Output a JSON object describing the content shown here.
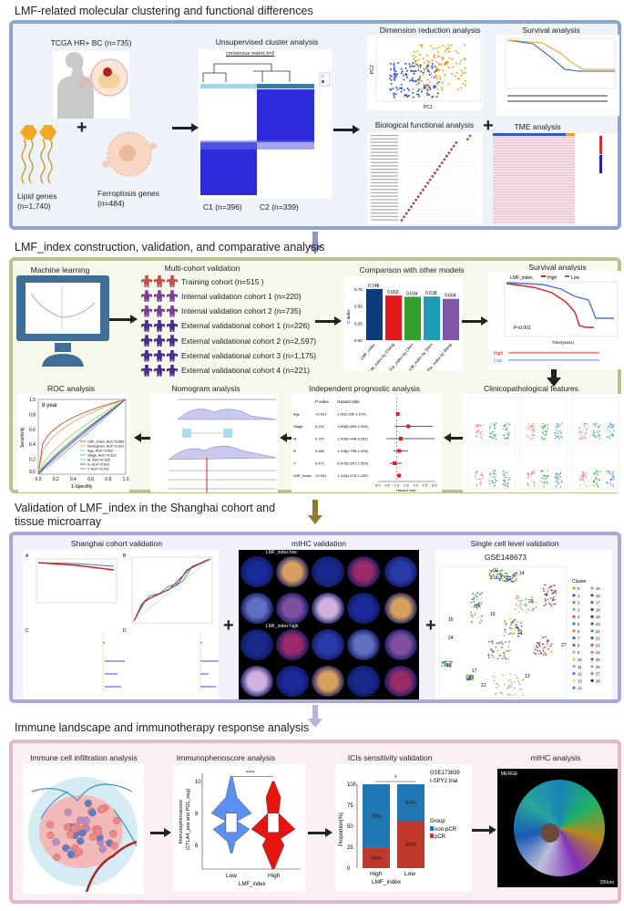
{
  "sections": [
    {
      "title": "LMF-related molecular clustering and functional differences"
    },
    {
      "title": "LMF_index construction, validation, and comparative analysis"
    },
    {
      "title": "Validation of LMF_index in the Shanghai cohort and tissue microarray"
    },
    {
      "title": "Immune landscape and immunotherapy response analysis"
    }
  ],
  "colors": {
    "sec1_border": "#8fa3cf",
    "sec1_bg": "#eef3fa",
    "sec2_border": "#b9c28c",
    "sec2_bg": "#f6f8ec",
    "sec3_border": "#a9a9d8",
    "sec3_bg": "#f1f1fa",
    "sec4_border": "#e3b6ca",
    "sec4_bg": "#fbeef4",
    "arrow1": "#8a9ac4",
    "arrow2": "#8f7a2e",
    "arrow3": "#b9b3dc"
  },
  "s1": {
    "tcga": "TCGA HR+ BC (n=735)",
    "lipid": "Lipid genes",
    "lipid_n": "(n=1,740)",
    "ferro": "Ferroptosis genes",
    "ferro_n": "(n=484)",
    "cluster_title": "Unsupervised cluster analysis",
    "consensus": "consensus matrix k=2",
    "legend": [
      "1",
      "2"
    ],
    "c1": "C1 (n=396)",
    "c2": "C2 (n=339)",
    "dim": "Dimension reduction analysis",
    "pc1": "PC1",
    "pc2": "PC2",
    "surv": "Survival analysis",
    "bio": "Biological functional analysis",
    "tme": "TME analysis"
  },
  "s2": {
    "ml": "Machine learning",
    "multi": "Multi-cohort validation",
    "cohorts": [
      {
        "label": "Training cohort (n=515 )",
        "color": "#c0504d"
      },
      {
        "label": "Internal validation cohort 1 (n=220)",
        "color": "#7b3f98"
      },
      {
        "label": "Internal validation cohort 2 (n=735)",
        "color": "#7b3f98"
      },
      {
        "label": "External validational cohort 1 (n=226)",
        "color": "#4b2a8c"
      },
      {
        "label": "External validational cohort 2 (n=2,597)",
        "color": "#4b2a8c"
      },
      {
        "label": "External validational cohort 3 (n=1,175)",
        "color": "#4b2a8c"
      },
      {
        "label": "External validational cohort 4 (n=221)",
        "color": "#4b2a8c"
      }
    ],
    "compare": "Comparison with other models",
    "surv": "Survival analysis",
    "surv_legend": "LMF_index",
    "high": "High",
    "low": "Low",
    "pval": "P<0.001",
    "time": "Time(years)",
    "roc": "ROC analysis",
    "nomo": "Nomogram analysis",
    "indep": "Independent prognostic analysis",
    "clin": "Clinicopathological features"
  },
  "chart_data": [
    {
      "type": "bar",
      "title": "Comparison with other models",
      "ylabel": "C-index",
      "ylim": [
        0,
        0.8
      ],
      "yticks": [
        "0.00",
        "0.25",
        "0.50",
        "0.75"
      ],
      "categories": [
        "LMF_index",
        "LM_index by Chang",
        "Fer_index by Chen",
        "LM_index by Shen",
        "Fer_index by Wang"
      ],
      "values": [
        0.748,
        0.652,
        0.634,
        0.638,
        0.604
      ],
      "labels": [
        "0.748",
        "0.652",
        "0.634",
        "0.638",
        "0.604"
      ],
      "colors": [
        "#0b3d7e",
        "#e31a1c",
        "#33a02c",
        "#1f9bb5",
        "#7e57a6"
      ]
    },
    {
      "type": "line",
      "title": "ROC analysis",
      "annotation": "8-year",
      "xlabel": "1-Specifity",
      "ylabel": "Sensitivity",
      "xlim": [
        0,
        1
      ],
      "ylim": [
        0,
        1
      ],
      "ticks": [
        "0.0",
        "0.2",
        "0.4",
        "0.6",
        "0.8",
        "1.0"
      ],
      "series": [
        {
          "name": "LMF_index, AUC=0.863",
          "auc": 0.863,
          "color": "#c0392b"
        },
        {
          "name": "Nomogram, AUC=0.821",
          "auc": 0.821,
          "color": "#e6a23c"
        },
        {
          "name": "Age, AUC=0.692",
          "auc": 0.692,
          "color": "#9acd5b"
        },
        {
          "name": "Stage, AUC=0.623",
          "auc": 0.623,
          "color": "#3cb371"
        },
        {
          "name": "M, AUC=0.525",
          "auc": 0.525,
          "color": "#40c4d0"
        },
        {
          "name": "N, AUC=0.601",
          "auc": 0.601,
          "color": "#3b4ba8"
        },
        {
          "name": "T, AUC=0.576",
          "auc": 0.576,
          "color": "#b53fa8"
        }
      ]
    },
    {
      "type": "table",
      "title": "Independent prognostic analysis",
      "headers": [
        "P value",
        "Hazard ratio"
      ],
      "xlabel": "Hazard ratio",
      "xlim": [
        0,
        3
      ],
      "xticks": [
        "0.0",
        "0.5",
        "1.0",
        "1.5",
        "2.0",
        "2.5",
        "3.0"
      ],
      "rows": [
        {
          "name": "Age",
          "p": "<0.001",
          "hr_text": "1.05(1.036-1.074)",
          "hr": 1.05,
          "lo": 1.036,
          "hi": 1.074
        },
        {
          "name": "Stage",
          "p": "0.115",
          "hr_text": "1.608(0.890-2.905)",
          "hr": 1.608,
          "lo": 0.89,
          "hi": 2.905
        },
        {
          "name": "M",
          "p": "0.707",
          "hr_text": "1.209(0.448-3.261)",
          "hr": 1.209,
          "lo": 0.448,
          "hi": 3.261
        },
        {
          "name": "N",
          "p": "0.460",
          "hr_text": "1.128(0.798-1.595)",
          "hr": 1.128,
          "lo": 0.798,
          "hi": 1.595
        },
        {
          "name": "T",
          "p": "0.471",
          "hr_text": "0.875(0.607-1.259)",
          "hr": 0.875,
          "lo": 0.607,
          "hi": 1.259
        },
        {
          "name": "LMF_index",
          "p": "<0.001",
          "hr_text": "1.118(1.078-1.159)",
          "hr": 1.118,
          "lo": 1.078,
          "hi": 1.159
        }
      ]
    },
    {
      "type": "bar",
      "title": "ICIs sensitivity validation",
      "stacked": true,
      "xlabel": "LMF_index",
      "ylabel": "Proportion(%)",
      "ylim": [
        0,
        100
      ],
      "yticks": [
        "0",
        "25",
        "50",
        "75",
        "100"
      ],
      "categories": [
        "High",
        "Low"
      ],
      "significance": "*",
      "annotation": [
        "GSE173839",
        "I-SPY2 trial"
      ],
      "legend_title": "Group",
      "series": [
        {
          "name": "non-pCR",
          "values": [
            76,
            44
          ],
          "color": "#1f77b4"
        },
        {
          "name": "pCR",
          "values": [
            24,
            56
          ],
          "color": "#c0392b"
        }
      ]
    },
    {
      "type": "violin",
      "title": "Immunophenoscore analysis",
      "ylabel": "Immunophenoscore\n(CTLA4_pos and PD1_neg)",
      "xlabel": "LMF_index",
      "categories": [
        "Low",
        "High"
      ],
      "yticks": [
        "6",
        "8",
        "10"
      ],
      "significance": "****",
      "colors": [
        "#5b8ff0",
        "#e8140f"
      ]
    }
  ],
  "s3": {
    "shanghai": "Shanghai cohort validation",
    "panels": [
      "A",
      "B",
      "C",
      "D"
    ],
    "mihc": "mIHC validation",
    "mihc_low": "LMF_index low",
    "mihc_high": "LMF_index high",
    "sc": "Single cell level validation",
    "gse": "GSE148673",
    "cluster": "Cluster",
    "clusters": [
      "0",
      "1",
      "2",
      "3",
      "4",
      "5",
      "6",
      "7",
      "8",
      "9",
      "10",
      "11",
      "12",
      "13",
      "14",
      "15",
      "16",
      "17",
      "18",
      "19",
      "20",
      "21",
      "22",
      "23",
      "24",
      "25",
      "26",
      "27",
      "28"
    ],
    "umap_labels": [
      "11",
      "22",
      "14",
      "25",
      "15",
      "26",
      "19",
      "20",
      "24",
      "12",
      "27",
      "16",
      "17",
      "21",
      "13"
    ]
  },
  "s4": {
    "immune": "Immune cell infiltration analysis",
    "ips": "Immunophenoscore analysis",
    "ips_ylabel1": "Immunophenoscore",
    "ips_ylabel2": "(CTLA4_pos and PD1_neg)",
    "ics": "ICIs sensitivity validation",
    "mihc": "mIHC analysis",
    "merge": "MERGE",
    "scale": "200um"
  }
}
